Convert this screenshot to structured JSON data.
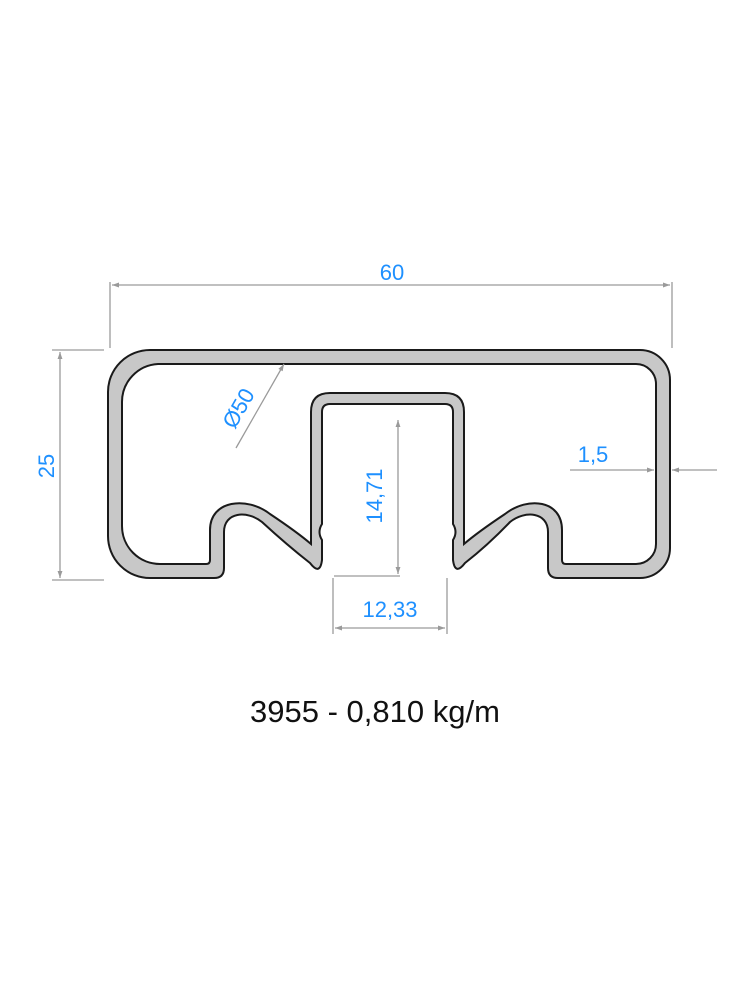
{
  "drawing": {
    "dimensions": {
      "width": "60",
      "height": "25",
      "radius": "Ø50",
      "wall_thickness": "1,5",
      "slot_depth": "14,71",
      "slot_width": "12,33"
    },
    "caption": "3955 - 0,810 kg/m",
    "colors": {
      "dimension_text": "#1e90ff",
      "dimension_line": "#9a9a9a",
      "profile_fill": "#c8c8c8",
      "profile_outline": "#1a1a1a"
    }
  }
}
